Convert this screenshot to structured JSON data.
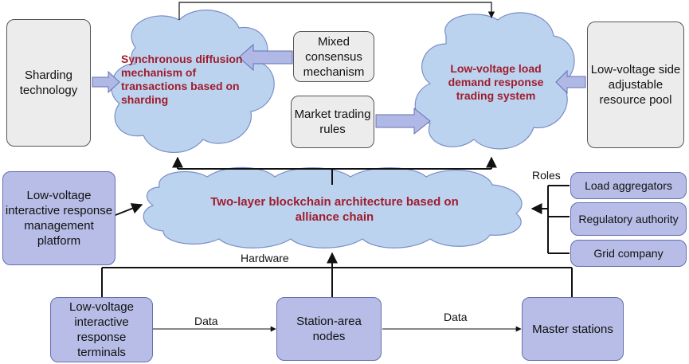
{
  "nodes": {
    "sharding_technology": "Sharding technology",
    "mixed_consensus": "Mixed consensus mechanism",
    "market_trading_rules": "Market trading rules",
    "resource_pool": "Low-voltage side adjustable resource pool",
    "management_platform": "Low-voltage interactive response management platform",
    "load_aggregators": "Load aggregators",
    "regulatory_authority": "Regulatory authority",
    "grid_company": "Grid company",
    "response_terminals": "Low-voltage interactive response terminals",
    "station_area_nodes": "Station-area nodes",
    "master_stations": "Master stations"
  },
  "clouds": {
    "sync_diffusion": "Synchronous diffusion mechanism of transactions based on sharding",
    "trading_system": "Low-voltage load demand response trading system",
    "blockchain": "Two-layer blockchain architecture based on alliance chain"
  },
  "labels": {
    "roles": "Roles",
    "hardware": "Hardware",
    "data_1": "Data",
    "data_2": "Data"
  },
  "colors": {
    "cloud_fill": "#bcd3ef",
    "cloud_stroke": "#7a8fc8",
    "cloud_text": "#a01c2c",
    "box_blue": "#b7bde6",
    "box_gray": "#ececec",
    "arrow_fill": "#b0b8e6"
  }
}
